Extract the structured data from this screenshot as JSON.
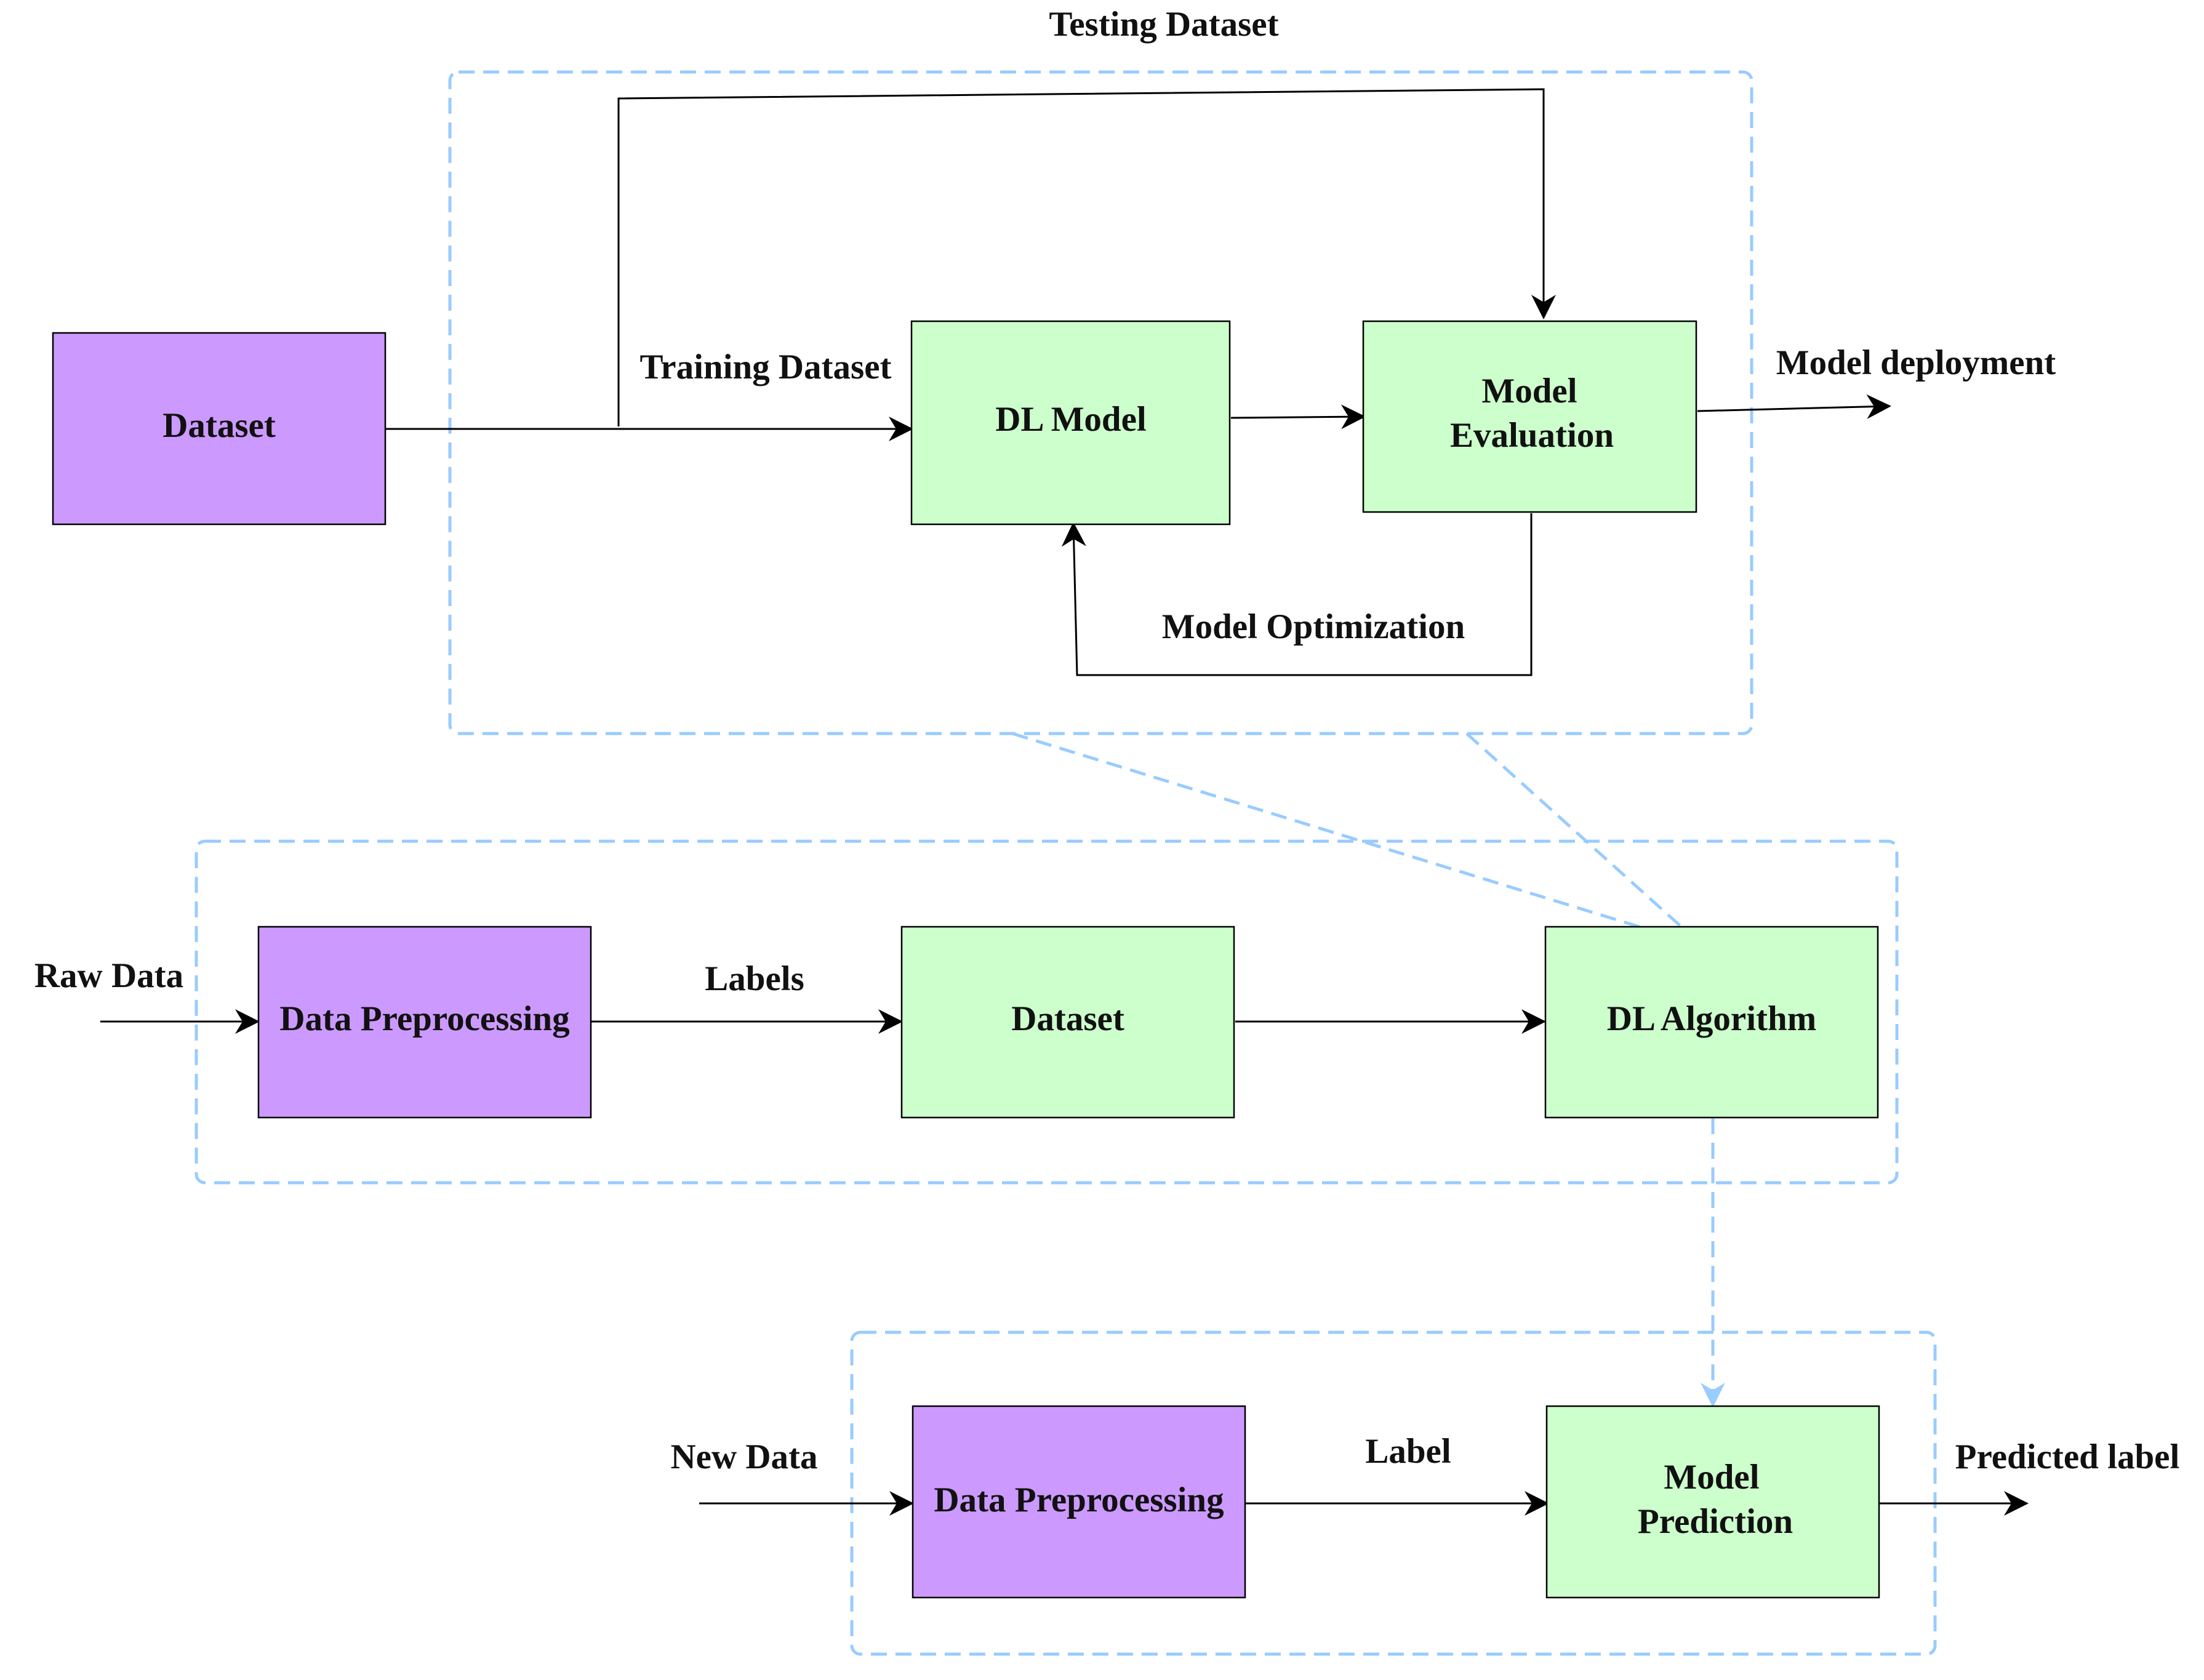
{
  "colors": {
    "purple_box": "#cc99ff",
    "green_box": "#ccffcc",
    "frame": "#99ccff",
    "edge": "#000000"
  },
  "top_section": {
    "frame_label": "Testing Dataset",
    "dataset": "Dataset",
    "dl_model": "DL Model",
    "model_evaluation": [
      "Model",
      "Evaluation"
    ],
    "training_label": "Training Dataset",
    "deployment_label": "Model deployment",
    "optimization_label": "Model Optimization"
  },
  "middle_section": {
    "input_label": "Raw Data",
    "preprocessing": "Data Preprocessing",
    "labels_label": "Labels",
    "dataset": "Dataset",
    "dl_algorithm": "DL Algorithm"
  },
  "bottom_section": {
    "input_label": "New Data",
    "preprocessing": "Data Preprocessing",
    "label_label": "Label",
    "model_prediction": [
      "Model",
      "Prediction"
    ],
    "output_label": "Predicted label"
  }
}
